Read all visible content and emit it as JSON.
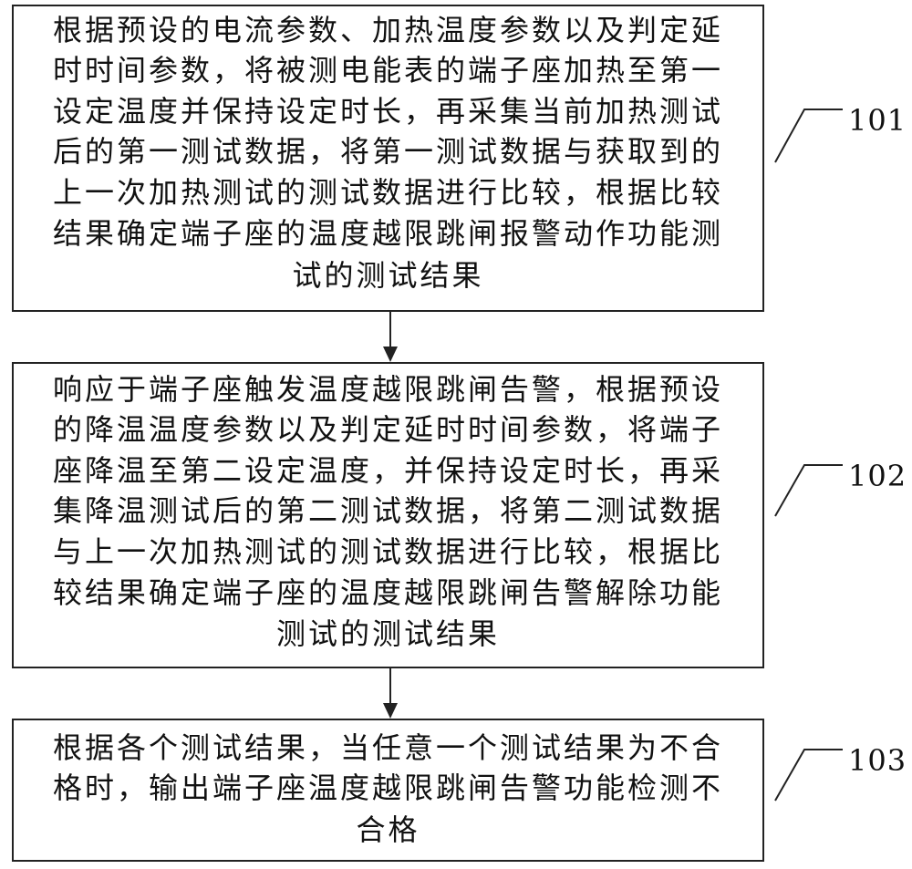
{
  "steps": [
    {
      "id": "101",
      "lines": [
        "根据预设的电流参数、加热温度参数以及判定延",
        "时时间参数，将被测电能表的端子座加热至第一",
        "设定温度并保持设定时长，再采集当前加热测试",
        "后的第一测试数据，将第一测试数据与获取到的",
        "上一次加热测试的测试数据进行比较，根据比较",
        "结果确定端子座的温度越限跳闸报警动作功能测",
        "试的测试结果"
      ]
    },
    {
      "id": "102",
      "lines": [
        "响应于端子座触发温度越限跳闸告警，根据预设",
        "的降温温度参数以及判定延时时间参数，将端子",
        "座降温至第二设定温度，并保持设定时长，再采",
        "集降温测试后的第二测试数据，将第二测试数据",
        "与上一次加热测试的测试数据进行比较，根据比",
        "较结果确定端子座的温度越限跳闸告警解除功能",
        "测试的测试结果"
      ]
    },
    {
      "id": "103",
      "lines": [
        "根据各个测试结果，当任意一个测试结果为不合",
        "格时，输出端子座温度越限跳闸告警功能检测不",
        "合格"
      ]
    }
  ]
}
